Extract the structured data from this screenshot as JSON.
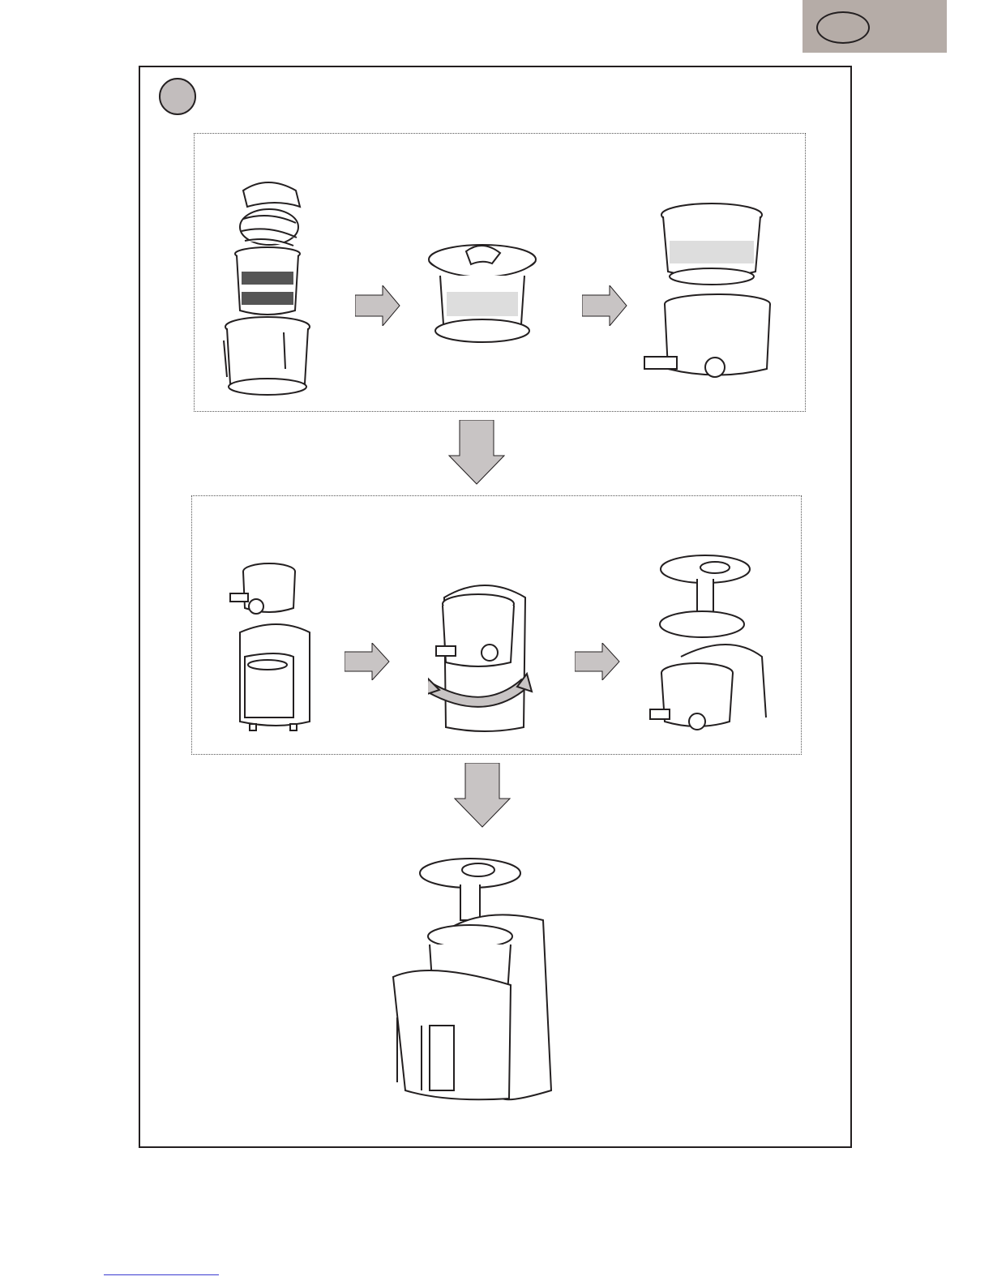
{
  "page": {
    "language_tab": {
      "label": "",
      "color": "#b5aca7"
    },
    "step": {
      "number": ""
    },
    "panels": [
      {
        "name": "assembly-strainer",
        "items": [
          "auger",
          "fine-strainer",
          "rotating-brush-holder",
          "assembled-strainer-unit",
          "juicing-bowl"
        ]
      },
      {
        "name": "mount-on-base",
        "items": [
          "bowl-with-strainer",
          "motor-base",
          "locking-rotation",
          "hopper-and-lid"
        ]
      }
    ],
    "final": {
      "name": "fully-assembled-juicer"
    },
    "colors": {
      "frame": "#231f20",
      "arrow_fill": "#c8c4c4",
      "step_circle": "#c2bdbd"
    }
  }
}
